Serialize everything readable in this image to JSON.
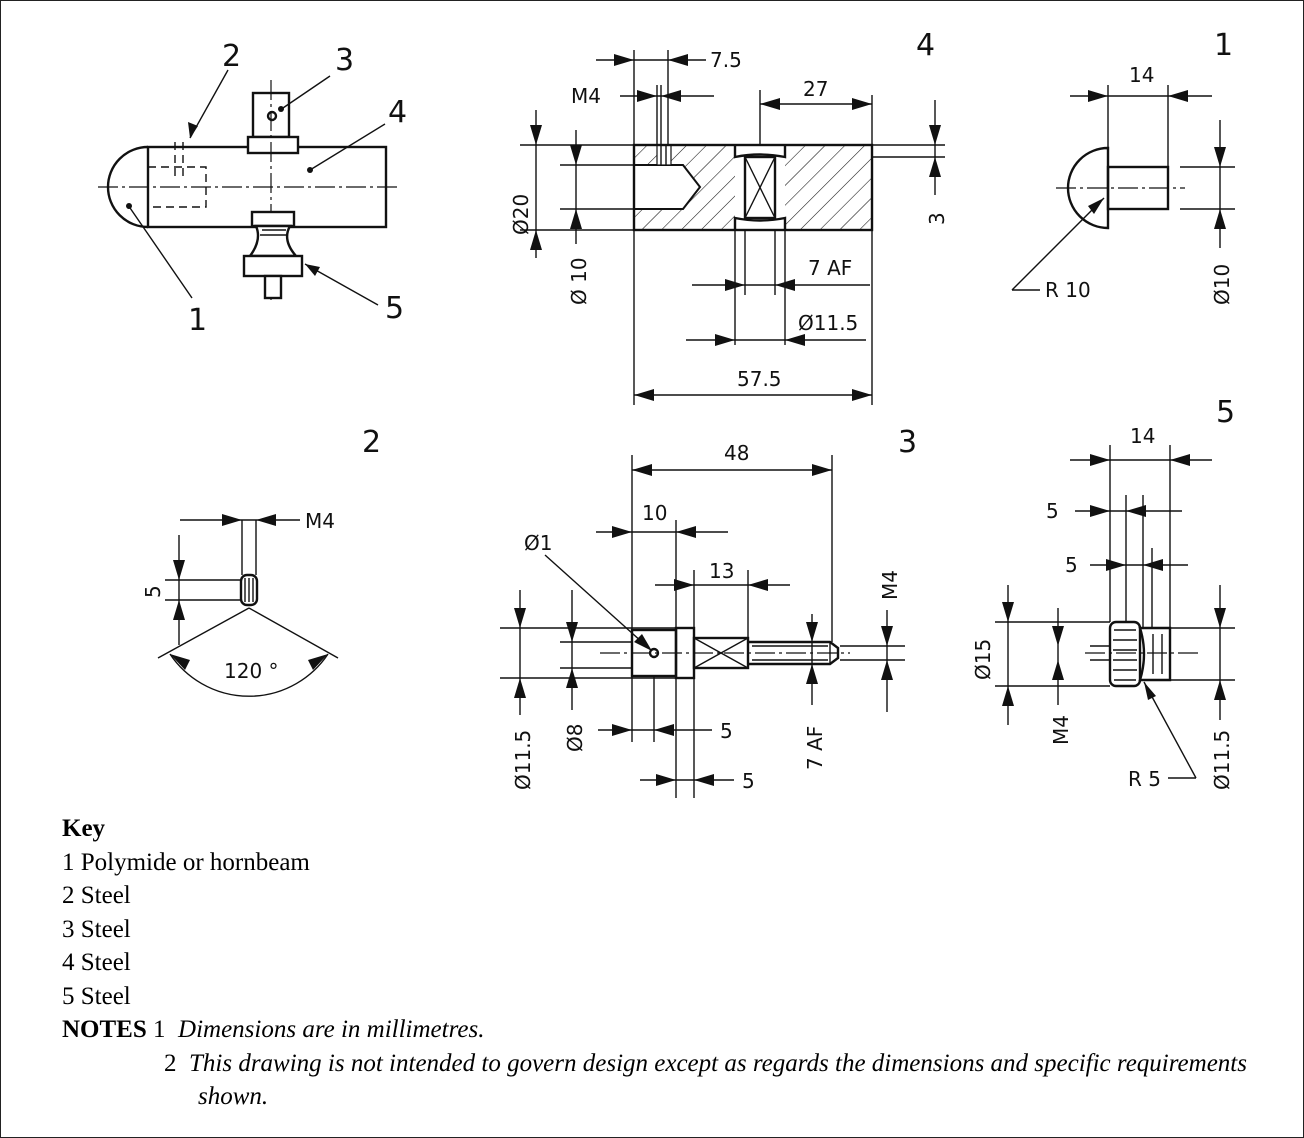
{
  "drawing": {
    "view_labels": [
      "4",
      "1",
      "2",
      "3",
      "5"
    ],
    "assembly_callouts": [
      "1",
      "2",
      "3",
      "4",
      "5"
    ],
    "dimensions": {
      "part4": [
        "7.5",
        "M4",
        "27",
        "Ø20",
        "Ø 10",
        "3",
        "7 AF",
        "Ø11.5",
        "57.5"
      ],
      "part1": [
        "14",
        "R 10",
        "Ø10"
      ],
      "part2": [
        "M4",
        "5",
        "120 °"
      ],
      "part3": [
        "48",
        "10",
        "Ø1",
        "13",
        "M4",
        "Ø11.5",
        "Ø8",
        "5",
        "7 AF",
        "5"
      ],
      "part5": [
        "14",
        "5",
        "5",
        "Ø15",
        "M4",
        "R 5",
        "Ø11.5"
      ]
    }
  },
  "key": {
    "title": "Key",
    "items": [
      "1 Polymide or hornbeam",
      "2 Steel",
      "3 Steel",
      "4 Steel",
      "5 Steel"
    ]
  },
  "notes": {
    "label": "NOTES",
    "items": [
      {
        "number": "1",
        "text": "Dimensions are in millimetres."
      },
      {
        "number": "2",
        "text": "This drawing is not intended to govern design except as regards the dimensions and specific requirements shown."
      }
    ]
  }
}
